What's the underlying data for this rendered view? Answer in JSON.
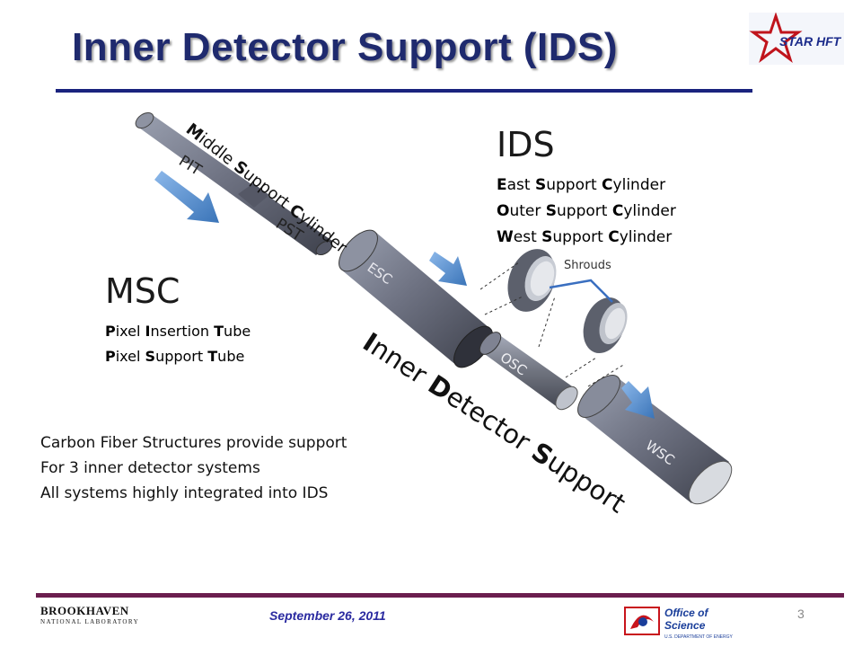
{
  "title": "Inner Detector Support (IDS)",
  "logo_star_text": "STAR HFT",
  "ids": {
    "heading": "IDS",
    "lines": [
      {
        "first": "E",
        "rest1": "ast ",
        "second": "S",
        "rest2": "upport ",
        "third": "C",
        "rest3": "ylinder"
      },
      {
        "first": "O",
        "rest1": "uter ",
        "second": "S",
        "rest2": "upport ",
        "third": "C",
        "rest3": "ylinder"
      },
      {
        "first": "W",
        "rest1": "est ",
        "second": "S",
        "rest2": "upport ",
        "third": "C",
        "rest3": "ylinder"
      }
    ]
  },
  "msc": {
    "heading": "MSC",
    "lines": [
      {
        "first": "P",
        "rest1": "ixel ",
        "second": "I",
        "rest2": "nsertion ",
        "third": "T",
        "rest3": "ube"
      },
      {
        "first": "P",
        "rest1": "ixel ",
        "second": "S",
        "rest2": "upport ",
        "third": "T",
        "rest3": "ube"
      }
    ]
  },
  "diagram": {
    "middle_support_cylinder": {
      "p1b": "M",
      "p1": "iddle ",
      "p2b": "S",
      "p2": "upport ",
      "p3b": "C",
      "p3": "ylinder"
    },
    "inner_detector_support": {
      "p1b": "I",
      "p1": "nner ",
      "p2b": "D",
      "p2": "etector ",
      "p3b": "S",
      "p3": "upport"
    },
    "pit": "PIT",
    "pst": "PST",
    "esc": "ESC",
    "osc": "OSC",
    "wsc": "WSC",
    "shrouds": "Shrouds"
  },
  "carbon_lines": [
    "Carbon Fiber Structures provide support",
    "For 3 inner detector systems",
    "All systems highly integrated into IDS"
  ],
  "footer": {
    "date": "September 26, 2011",
    "page": "3",
    "bnl_top": "BROOKHAVEN",
    "bnl_bottom": "NATIONAL LABORATORY",
    "oos_line1": "Office of",
    "oos_line2": "Science",
    "oos_line3": "U.S. DEPARTMENT OF ENERGY"
  },
  "colors": {
    "title": "#1f2a6e",
    "title_rule": "#1a237e",
    "footer_rule": "#6b1e4e",
    "arrow": "#4a86c8",
    "cylinder": "#6e7282"
  }
}
